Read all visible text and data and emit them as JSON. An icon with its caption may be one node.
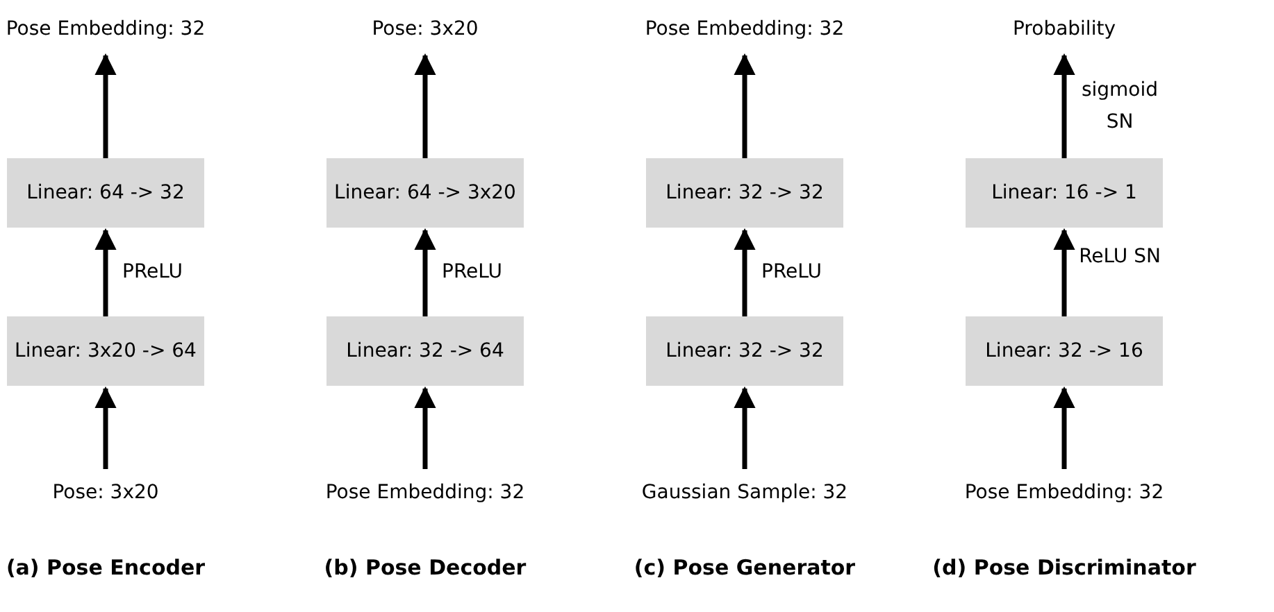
{
  "diagram": {
    "nodes": [
      {
        "text": [
          "Pose Embedding: 32"
        ]
      },
      {
        "text": [
          "Linear: 64 -> 32"
        ]
      },
      {
        "text": [
          "Linear: 3x20 -> 64"
        ]
      },
      {
        "text": [
          "Pose: 3x20"
        ]
      },
      {
        "text": [
          "Pose: 3x20"
        ]
      },
      {
        "text": [
          "Linear: 64 -> 3x20"
        ]
      },
      {
        "text": [
          "Linear: 32 -> 64"
        ]
      },
      {
        "text": [
          "Pose Embedding: 32"
        ]
      },
      {
        "text": [
          "Pose Embedding: 32"
        ]
      },
      {
        "text": [
          "Linear: 32 -> 32"
        ]
      },
      {
        "text": [
          "Linear: 32 -> 32"
        ]
      },
      {
        "text": [
          "Gaussian Sample: 32"
        ]
      },
      {
        "text": [
          "Probability"
        ]
      },
      {
        "text": [
          "Linear: 16 -> 1"
        ]
      },
      {
        "text": [
          "Linear: 32 -> 16"
        ]
      },
      {
        "text": [
          "Pose Embedding: 32"
        ]
      }
    ],
    "edges": [
      {
        "from": 3,
        "to": 2,
        "arrow": "to"
      },
      {
        "from": 2,
        "to": 1,
        "arrow": "to",
        "label": "PReLU"
      },
      {
        "from": 1,
        "to": 0,
        "arrow": "to"
      },
      {
        "from": 7,
        "to": 6,
        "arrow": "to"
      },
      {
        "from": 6,
        "to": 5,
        "arrow": "to",
        "label": "PReLU"
      },
      {
        "from": 5,
        "to": 4,
        "arrow": "to"
      },
      {
        "from": 11,
        "to": 10,
        "arrow": "to"
      },
      {
        "from": 10,
        "to": 9,
        "arrow": "to",
        "label": "PReLU"
      },
      {
        "from": 9,
        "to": 8,
        "arrow": "to"
      },
      {
        "from": 15,
        "to": 14,
        "arrow": "to"
      },
      {
        "from": 14,
        "to": 13,
        "arrow": "to",
        "label": "ReLU SN"
      },
      {
        "from": 13,
        "to": 12,
        "arrow": "to",
        "label": "sigmoid SN"
      }
    ],
    "labels": [
      "(a) Pose Encoder",
      "(b) Pose Decoder",
      "(c) Pose Generator",
      "(d) Pose Discriminator"
    ]
  }
}
